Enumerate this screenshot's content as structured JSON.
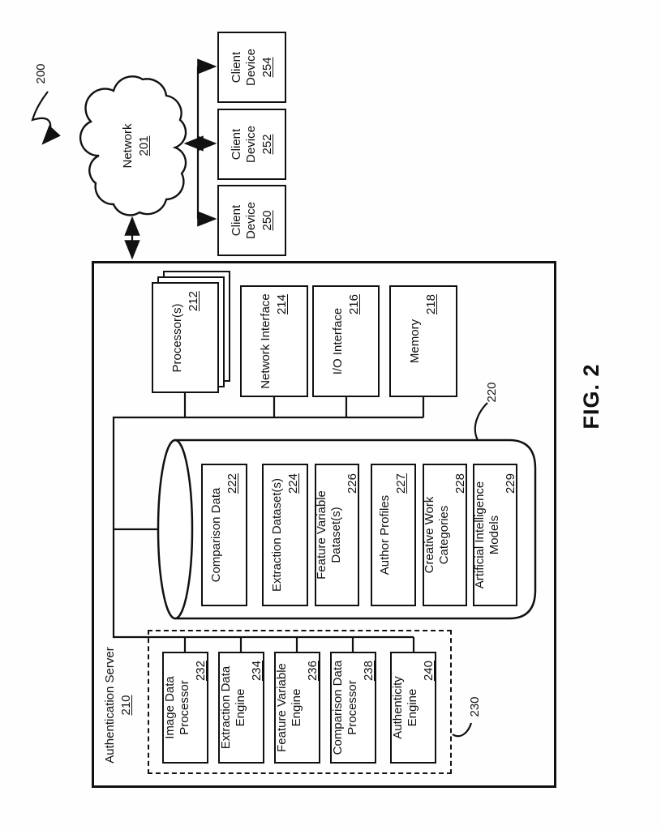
{
  "figure": {
    "label": "FIG. 2",
    "overall_ref": "200"
  },
  "network": {
    "name": "Network",
    "num": "201"
  },
  "client_devices": [
    {
      "name": "Client\nDevice",
      "num": "254"
    },
    {
      "name": "Client\nDevice",
      "num": "252"
    },
    {
      "name": "Client\nDevice",
      "num": "250"
    }
  ],
  "server": {
    "name": "Authentication Server",
    "num": "210",
    "components": [
      {
        "name": "Processor(s)",
        "num": "212"
      },
      {
        "name": "Network Interface",
        "num": "214"
      },
      {
        "name": "I/O Interface",
        "num": "216"
      },
      {
        "name": "Memory",
        "num": "218"
      }
    ],
    "datastore": {
      "num": "220",
      "items": [
        {
          "name": "Comparison Data",
          "num": "222"
        },
        {
          "name": "Extraction Dataset(s)",
          "num": "224"
        },
        {
          "name": "Feature Variable\nDataset(s)",
          "num": "226"
        },
        {
          "name": "Author Profiles",
          "num": "227"
        },
        {
          "name": "Creative Work\nCategories",
          "num": "228"
        },
        {
          "name": "Artificial Intelligence\nModels",
          "num": "229"
        }
      ]
    },
    "engine_group": {
      "num": "230",
      "items": [
        {
          "name": "Image Data\nProcessor",
          "num": "232"
        },
        {
          "name": "Extraction Data\nEngine",
          "num": "234"
        },
        {
          "name": "Feature Variable\nEngine",
          "num": "236"
        },
        {
          "name": "Comparison Data\nProcessor",
          "num": "238"
        },
        {
          "name": "Authenticity\nEngine",
          "num": "240"
        }
      ]
    }
  }
}
